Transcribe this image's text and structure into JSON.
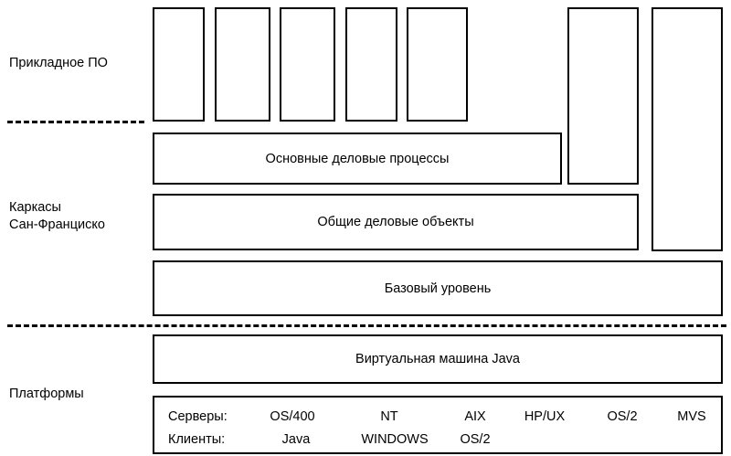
{
  "diagram": {
    "title": "San Francisco Frameworks architecture layers",
    "tiers": [
      {
        "id": "application-software",
        "label": "Прикладное ПО"
      },
      {
        "id": "san-francisco-frameworks",
        "label": "Каркасы\nСан-Франциско"
      },
      {
        "id": "platforms",
        "label": "Платформы"
      }
    ],
    "application_boxes": [
      {
        "id": "app-box-1",
        "label": ""
      },
      {
        "id": "app-box-2",
        "label": ""
      },
      {
        "id": "app-box-3",
        "label": ""
      },
      {
        "id": "app-box-4",
        "label": ""
      },
      {
        "id": "app-box-5",
        "label": ""
      },
      {
        "id": "app-box-6",
        "label": ""
      },
      {
        "id": "app-box-7",
        "label": ""
      }
    ],
    "framework_layers": [
      {
        "id": "core-business-processes",
        "label": "Основные деловые процессы"
      },
      {
        "id": "common-business-objects",
        "label": "Общие деловые объекты"
      },
      {
        "id": "foundation-layer",
        "label": "Базовый уровень"
      }
    ],
    "platform_layers": [
      {
        "id": "java-virtual-machine",
        "label": "Виртуальная машина Java"
      }
    ],
    "platform_table": {
      "rows": [
        {
          "id": "servers-row",
          "lead": "Серверы:",
          "values": [
            "OS/400",
            "NT",
            "AIX",
            "HP/UX",
            "OS/2",
            "MVS"
          ]
        },
        {
          "id": "clients-row",
          "lead": "Клиенты:",
          "values": [
            "Java",
            "WINDOWS",
            "OS/2"
          ]
        }
      ]
    },
    "colors": {
      "stroke": "#000000",
      "fill": "#ffffff",
      "text": "#000000"
    }
  }
}
